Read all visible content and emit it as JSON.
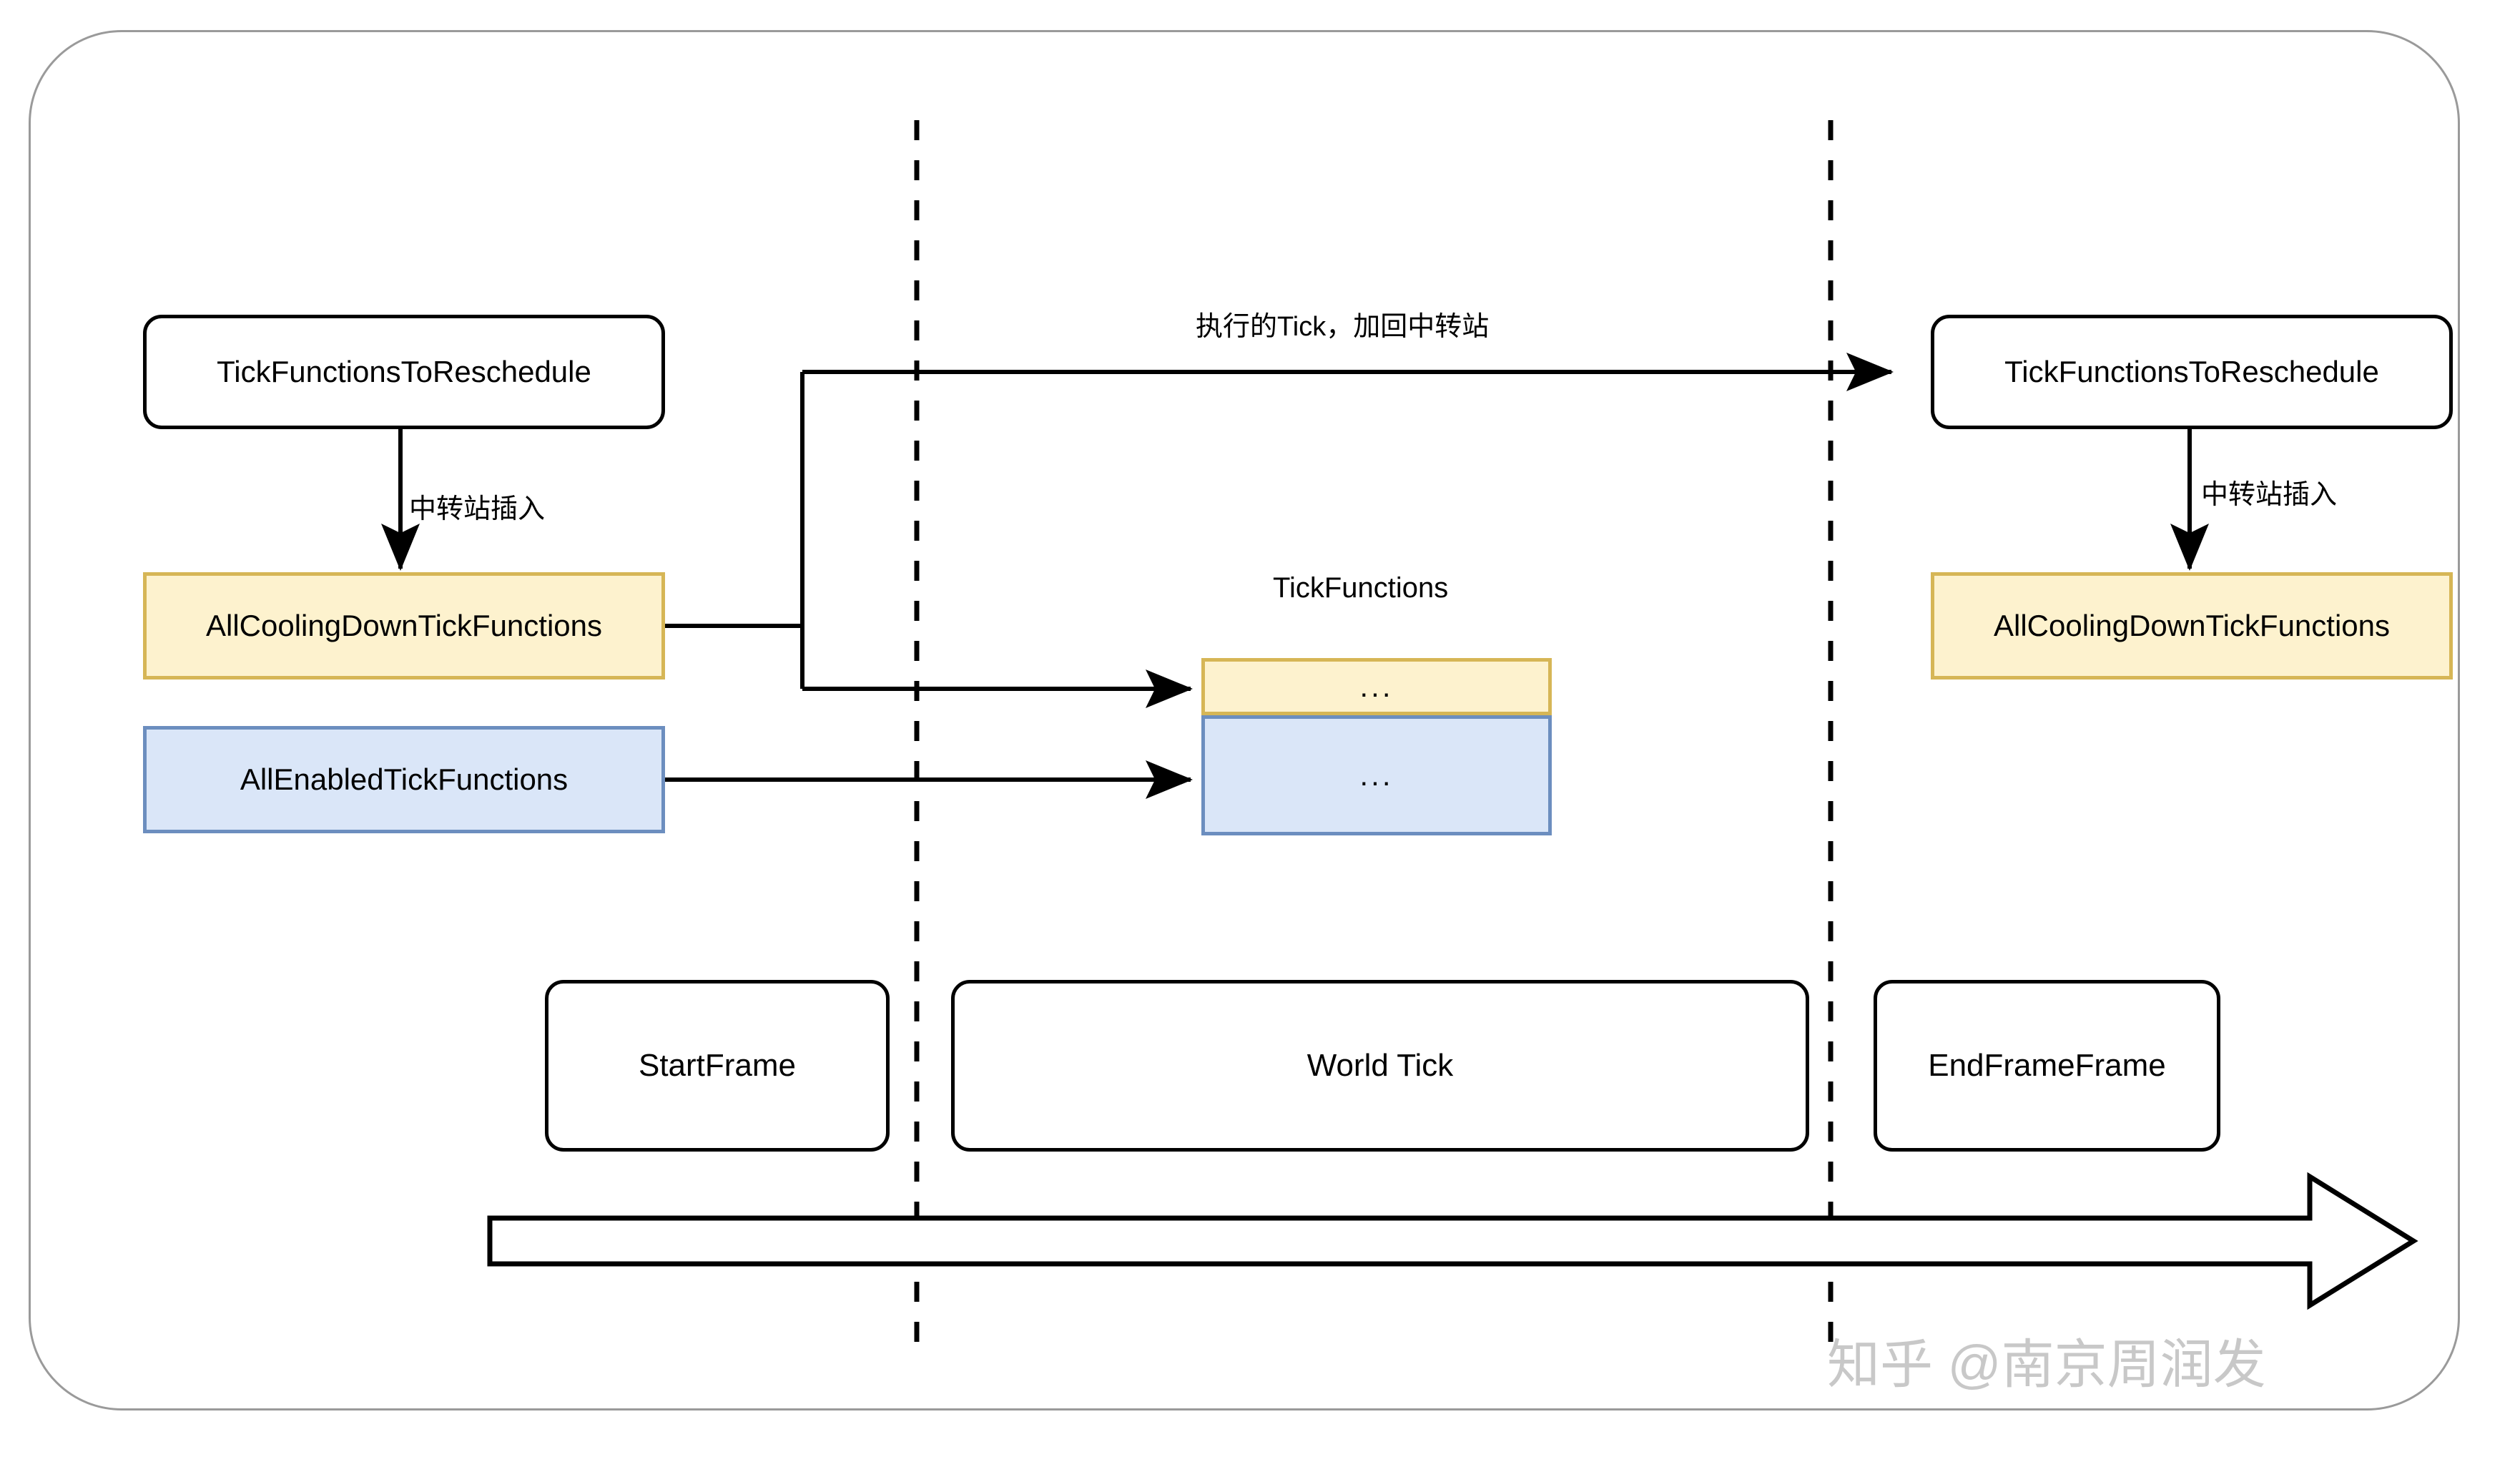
{
  "diagram": {
    "title_caption": "TickFunctions",
    "nodes": {
      "left_reschedule": "TickFunctionsToReschedule",
      "left_cooling": "AllCoolingDownTickFunctions",
      "left_enabled": "AllEnabledTickFunctions",
      "right_reschedule": "TickFunctionsToReschedule",
      "right_cooling": "AllCoolingDownTickFunctions",
      "stack_yellow": "...",
      "stack_blue": "...",
      "phase_start": "StartFrame",
      "phase_world": "World Tick",
      "phase_end": "EndFrameFrame"
    },
    "edge_labels": {
      "left_insert": "中转站插入",
      "top_flow": "执行的Tick，加回中转站",
      "right_insert": "中转站插入"
    },
    "watermark": "知乎 @南京周润发",
    "colors": {
      "yellow_fill": "#FDF2CE",
      "yellow_stroke": "#D6B656",
      "blue_fill": "#DAE6F8",
      "blue_stroke": "#6C8EBF",
      "line": "#000000",
      "frame": "#9a9a9a",
      "watermark": "#c8c8c8"
    }
  }
}
